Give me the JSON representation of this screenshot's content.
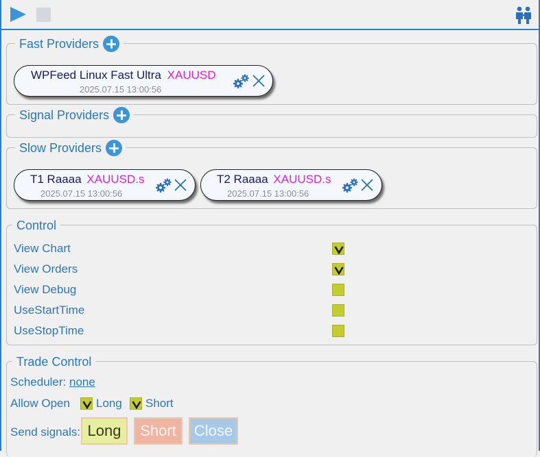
{
  "toolbar": {
    "play_icon": "play-icon",
    "stop_icon": "stop-icon",
    "people_icon": "people-icon"
  },
  "fast_providers": {
    "title": "Fast Providers",
    "items": [
      {
        "name": "WPFeed Linux  Fast Ultra",
        "symbol": "XAUUSD",
        "time": "2025.07.15 13:00:56"
      }
    ]
  },
  "signal_providers": {
    "title": "Signal Providers",
    "items": []
  },
  "slow_providers": {
    "title": "Slow Providers",
    "items": [
      {
        "name": "T1 Raaaa",
        "symbol": "XAUUSD.s",
        "time": "2025.07.15 13:00:56"
      },
      {
        "name": "T2 Raaaa",
        "symbol": "XAUUSD.s",
        "time": "2025.07.15 13:00:56"
      }
    ]
  },
  "control": {
    "title": "Control",
    "options": [
      {
        "label": "View Chart",
        "checked": true
      },
      {
        "label": "View Orders",
        "checked": true
      },
      {
        "label": "View Debug",
        "checked": false
      },
      {
        "label": "UseStartTime",
        "checked": false
      },
      {
        "label": "UseStopTime",
        "checked": false
      }
    ]
  },
  "trade_control": {
    "title": "Trade Control",
    "scheduler_label": "Scheduler:",
    "scheduler_value": "none",
    "allow_open_label": "Allow Open",
    "long_label": "Long",
    "long_checked": true,
    "short_label": "Short",
    "short_checked": true,
    "send_signals_label": "Send signals:",
    "buttons": {
      "long": "Long",
      "short": "Short",
      "close": "Close"
    }
  },
  "colors": {
    "accent": "#2a78b8",
    "symbol": "#e020c8",
    "checkbox": "#c2cc33",
    "long_button": "#e6eea0",
    "short_button": "#f0b4a2",
    "close_button": "#a8c8e8"
  }
}
